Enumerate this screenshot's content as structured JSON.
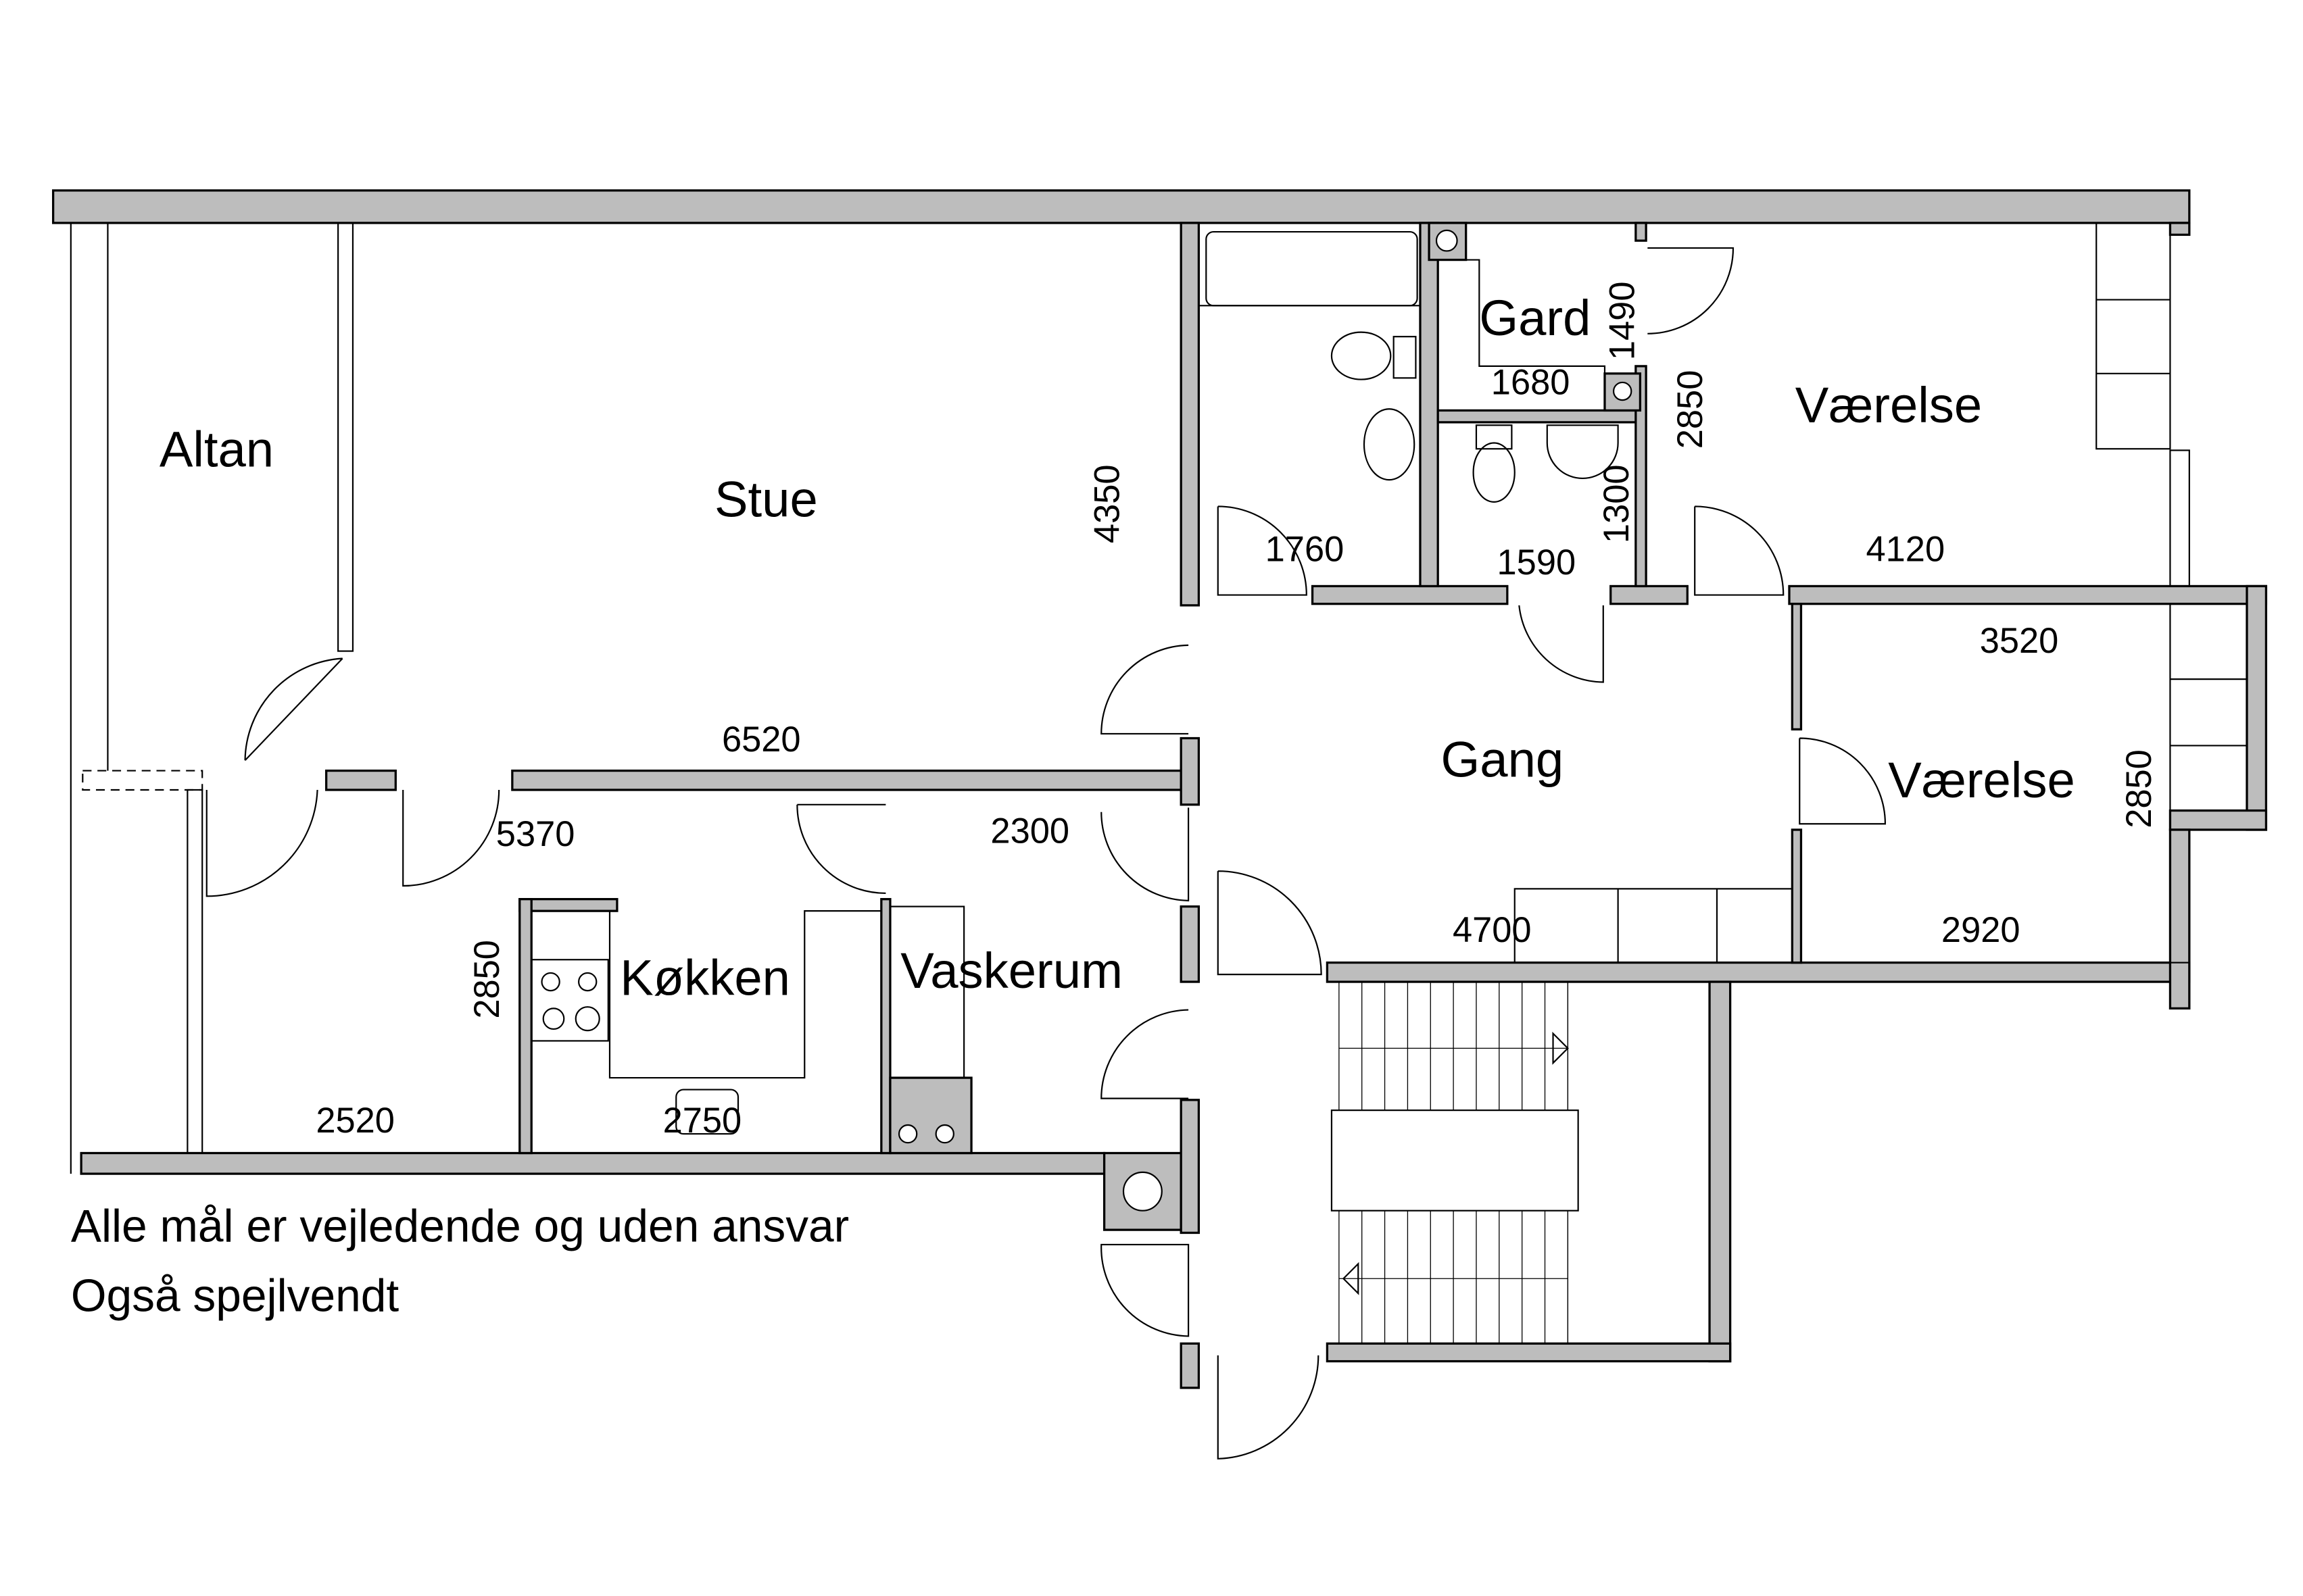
{
  "rooms": {
    "altan": "Altan",
    "stue": "Stue",
    "gard": "Gard",
    "vaerelse1": "Værelse",
    "vaerelse2": "Værelse",
    "gang": "Gang",
    "kokken": "Køkken",
    "vaskerum": "Vaskerum"
  },
  "dimensions": {
    "stue_height": "4350",
    "stue_width": "6520",
    "bath_width": "1760",
    "gard_width": "1680",
    "gard_height": "1490",
    "wc_width": "1590",
    "wc_height": "1300",
    "vaerelse1_height": "2850",
    "vaerelse1_width": "4120",
    "vaerelse2_top": "3520",
    "vaerelse2_height": "2850",
    "vaerelse2_width": "2920",
    "gang_width": "4700",
    "hall_width": "5370",
    "vaskerum_width": "2300",
    "kokken_height": "2850",
    "altan_bottom": "2520",
    "kokken_width": "2750"
  },
  "notes": {
    "line1": "Alle mål er vejledende og uden ansvar",
    "line2": "Også spejlvendt"
  },
  "colors": {
    "wall": "#bdbdbd"
  }
}
